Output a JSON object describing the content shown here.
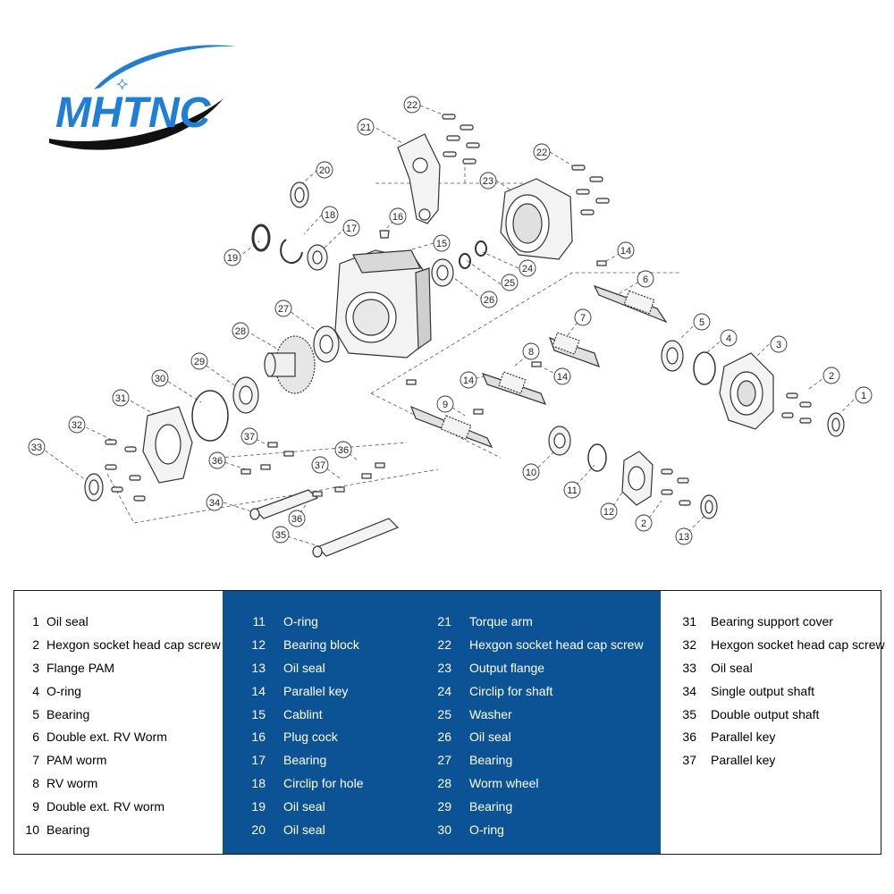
{
  "logo": {
    "text": "MHTNC",
    "colors": {
      "text": "#1f7fd6",
      "swoosh": "#111111",
      "star": "#ffffff"
    }
  },
  "diagram": {
    "callouts": [
      "1",
      "2",
      "3",
      "4",
      "5",
      "6",
      "7",
      "8",
      "9",
      "10",
      "11",
      "12",
      "13",
      "14",
      "15",
      "16",
      "17",
      "18",
      "19",
      "20",
      "21",
      "22",
      "23",
      "24",
      "25",
      "26",
      "27",
      "28",
      "29",
      "30",
      "31",
      "32",
      "33",
      "34",
      "35",
      "36",
      "37"
    ]
  },
  "parts": [
    {
      "num": "1",
      "name": "Oil seal"
    },
    {
      "num": "2",
      "name": "Hexgon socket head cap screw"
    },
    {
      "num": "3",
      "name": "Flange PAM"
    },
    {
      "num": "4",
      "name": "O-ring"
    },
    {
      "num": "5",
      "name": "Bearing"
    },
    {
      "num": "6",
      "name": "Double ext. RV Worm"
    },
    {
      "num": "7",
      "name": "PAM worm"
    },
    {
      "num": "8",
      "name": "RV  worm"
    },
    {
      "num": "9",
      "name": "Double ext. RV worm"
    },
    {
      "num": "10",
      "name": "Bearing"
    },
    {
      "num": "11",
      "name": "O-ring"
    },
    {
      "num": "12",
      "name": "Bearing block"
    },
    {
      "num": "13",
      "name": "Oil seal"
    },
    {
      "num": "14",
      "name": "Parallel key"
    },
    {
      "num": "15",
      "name": "Cablint"
    },
    {
      "num": "16",
      "name": "Plug cock"
    },
    {
      "num": "17",
      "name": "Bearing"
    },
    {
      "num": "18",
      "name": "Circlip for hole"
    },
    {
      "num": "19",
      "name": "Oil seal"
    },
    {
      "num": "20",
      "name": "Oil seal"
    },
    {
      "num": "21",
      "name": "Torque arm"
    },
    {
      "num": "22",
      "name": "Hexgon socket head cap screw"
    },
    {
      "num": "23",
      "name": "Output flange"
    },
    {
      "num": "24",
      "name": "Circlip for shaft"
    },
    {
      "num": "25",
      "name": "Washer"
    },
    {
      "num": "26",
      "name": "Oil seal"
    },
    {
      "num": "27",
      "name": "Bearing"
    },
    {
      "num": "28",
      "name": "Worm wheel"
    },
    {
      "num": "29",
      "name": "Bearing"
    },
    {
      "num": "30",
      "name": "O-ring"
    },
    {
      "num": "31",
      "name": "Bearing support cover"
    },
    {
      "num": "32",
      "name": "Hexgon socket head cap screw"
    },
    {
      "num": "33",
      "name": "Oil seal"
    },
    {
      "num": "34",
      "name": "Single output shaft"
    },
    {
      "num": "35",
      "name": "Double output shaft"
    },
    {
      "num": "36",
      "name": "Parallel key"
    },
    {
      "num": "37",
      "name": "Parallel key"
    }
  ],
  "table": {
    "highlight_color": "#0b5394",
    "border_color": "#1a1a1a"
  }
}
